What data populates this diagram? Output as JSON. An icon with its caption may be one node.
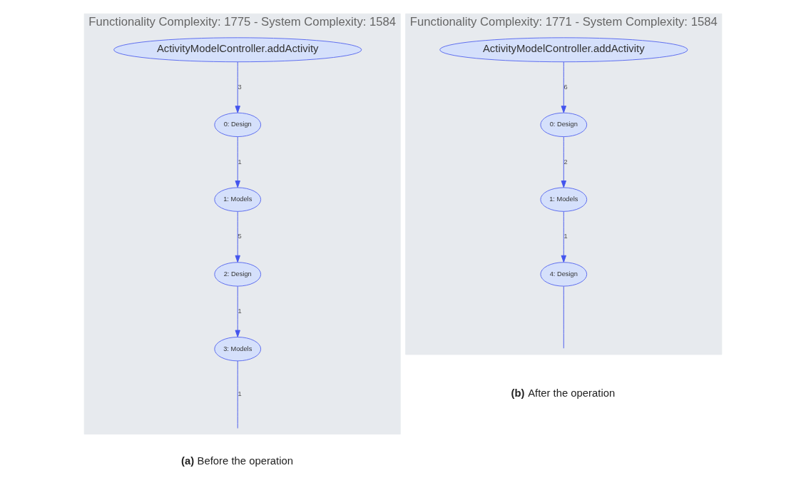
{
  "diagram": {
    "nodes": [
      {
        "text": [
          "Functionality Complexity: 1775 - System Complexity: 1584"
        ],
        "beside": [
          "**(a)** Before the operation"
        ]
      },
      {
        "text": [
          "ActivityModelController.addActivity"
        ],
        "in": 0
      },
      {
        "text": [
          "0: Design"
        ],
        "in": 0
      },
      {
        "text": [
          "1: Models"
        ],
        "in": 0
      },
      {
        "text": [
          "2: Design"
        ],
        "in": 0
      },
      {
        "text": [
          "3: Models"
        ],
        "in": 0
      },
      {
        "text": [
          "Functionality Complexity: 1771 - System Complexity: 1584"
        ],
        "beside": [
          "**(b)** After the operation"
        ]
      },
      {
        "text": [
          "ActivityModelController.addActivity"
        ],
        "in": 6
      },
      {
        "text": [
          "0: Design"
        ],
        "in": 6
      },
      {
        "text": [
          "1: Models"
        ],
        "in": 6
      },
      {
        "text": [
          "4: Design"
        ],
        "in": 6
      }
    ],
    "edges": [
      {
        "from": 1,
        "to": 2,
        "arrow": "to",
        "label": "3"
      },
      {
        "from": 2,
        "to": 3,
        "arrow": "to",
        "label": "1"
      },
      {
        "from": 3,
        "to": 4,
        "arrow": "to",
        "label": "5"
      },
      {
        "from": 4,
        "to": 5,
        "arrow": "to",
        "label": "1"
      },
      {
        "from": 5,
        "to": null,
        "arrow": "none",
        "label": "1"
      },
      {
        "from": 7,
        "to": 8,
        "arrow": "to",
        "label": "6"
      },
      {
        "from": 8,
        "to": 9,
        "arrow": "to",
        "label": "2"
      },
      {
        "from": 9,
        "to": 10,
        "arrow": "to",
        "label": "1"
      },
      {
        "from": 10,
        "to": null,
        "arrow": "none"
      }
    ]
  }
}
